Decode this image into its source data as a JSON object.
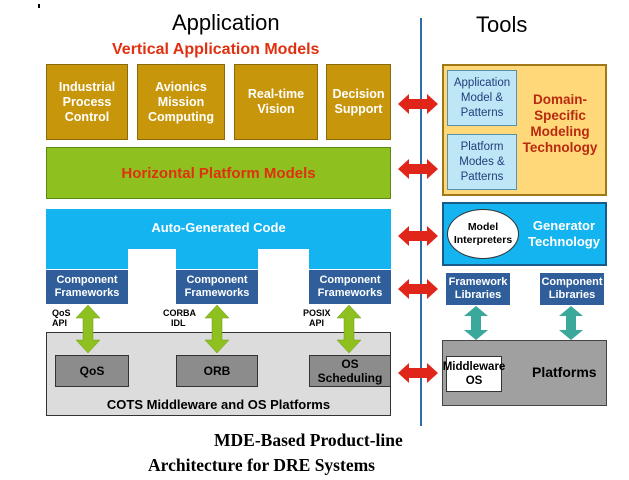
{
  "headings": {
    "application": "Application",
    "tools": "Tools"
  },
  "vertical_models": {
    "title": "Vertical Application Models",
    "boxes": [
      {
        "line1": "Industrial",
        "line2": "Process",
        "line3": "Control"
      },
      {
        "line1": "Avionics",
        "line2": "Mission",
        "line3": "Computing"
      },
      {
        "line1": "Real-time",
        "line2": "Vision"
      },
      {
        "line1": "Decision",
        "line2": "Support"
      }
    ]
  },
  "horizontal_models": {
    "title": "Horizontal Platform Models"
  },
  "auto_generated": {
    "title": "Auto-Generated Code"
  },
  "component_frameworks": [
    {
      "line1": "Component",
      "line2": "Frameworks",
      "api1": "QoS",
      "api2": "API"
    },
    {
      "line1": "Component",
      "line2": "Frameworks",
      "api1": "CORBA",
      "api2": "IDL"
    },
    {
      "line1": "Component",
      "line2": "Frameworks",
      "api1": "POSIX",
      "api2": "API"
    }
  ],
  "cots": {
    "title": "COTS Middleware and OS Platforms",
    "boxes": [
      {
        "line1": "QoS"
      },
      {
        "line1": "ORB"
      },
      {
        "line1": "OS",
        "line2": "Scheduling"
      }
    ]
  },
  "dsml": {
    "line1": "Domain-",
    "line2": "Specific",
    "line3": "Modeling",
    "line4": "Technology",
    "app_patterns": {
      "line1": "Application",
      "line2": "Model &",
      "line3": "Patterns"
    },
    "plat_patterns": {
      "line1": "Platform",
      "line2": "Modes &",
      "line3": "Patterns"
    }
  },
  "generator": {
    "line1": "Generator",
    "line2": "Technology",
    "interp1": "Model",
    "interp2": "Interpreters"
  },
  "libraries": [
    {
      "line1": "Framework",
      "line2": "Libraries"
    },
    {
      "line1": "Component",
      "line2": "Libraries"
    }
  ],
  "platforms": {
    "title": "Platforms",
    "mw1": "Middleware",
    "mw2": "OS"
  },
  "caption": {
    "line1": "MDE-Based Product-line",
    "line2": "Architecture for DRE Systems"
  },
  "colors": {
    "red": "#e0261a",
    "green": "#8ec020",
    "teal": "#3aa89a",
    "blue_line": "#2d6ea8"
  }
}
